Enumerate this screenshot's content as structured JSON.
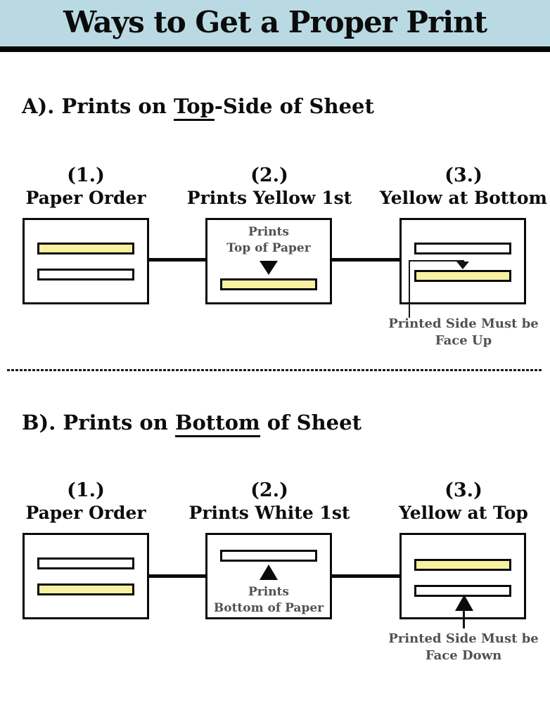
{
  "header": {
    "title": "Ways to Get a Proper Print",
    "bg_color": "#b9dae3"
  },
  "colors": {
    "yellow": "#f8f1a0",
    "gray_text": "#515155",
    "line_black": "#0a0a0a"
  },
  "sections": [
    {
      "id": "A",
      "heading": {
        "prefix": "A). Prints on ",
        "underlined": "Top",
        "suffix": "-Side of Sheet"
      },
      "panels": [
        {
          "number": "(1.)",
          "title": "Paper Order",
          "bars": [
            "yellow",
            "white"
          ]
        },
        {
          "number": "(2.)",
          "title": "Prints Yellow 1st",
          "note_line1": "Prints",
          "note_line2": "Top of Paper",
          "bar": "yellow"
        },
        {
          "number": "(3.)",
          "title": "Yellow at Bottom",
          "bars": [
            "white",
            "yellow"
          ],
          "caption_line1": "Printed Side Must be",
          "caption_line2": "Face Up"
        }
      ]
    },
    {
      "id": "B",
      "heading": {
        "prefix": "B). Prints on ",
        "underlined": "Bottom",
        "suffix": " of Sheet"
      },
      "panels": [
        {
          "number": "(1.)",
          "title": "Paper Order",
          "bars": [
            "white",
            "yellow"
          ]
        },
        {
          "number": "(2.)",
          "title": "Prints White 1st",
          "note_line1": "Prints",
          "note_line2": "Bottom of Paper",
          "bar": "white"
        },
        {
          "number": "(3.)",
          "title": "Yellow at Top",
          "bars": [
            "yellow",
            "white"
          ],
          "caption_line1": "Printed Side Must be",
          "caption_line2": "Face Down"
        }
      ]
    }
  ]
}
